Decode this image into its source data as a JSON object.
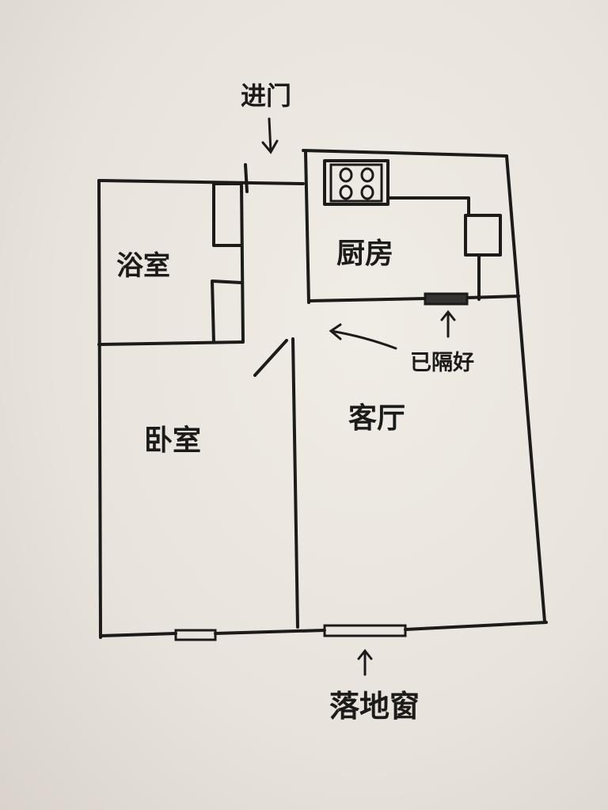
{
  "title": "Hand-drawn apartment floor plan",
  "labels": {
    "entrance": "进门",
    "bathroom": "浴室",
    "kitchen": "厨房",
    "partitioned": "已隔好",
    "bedroom": "卧室",
    "living_room": "客厅",
    "floor_window": "落地窗"
  },
  "colors": {
    "paper": "#ece7e0",
    "ink": "#1d1b1a"
  }
}
